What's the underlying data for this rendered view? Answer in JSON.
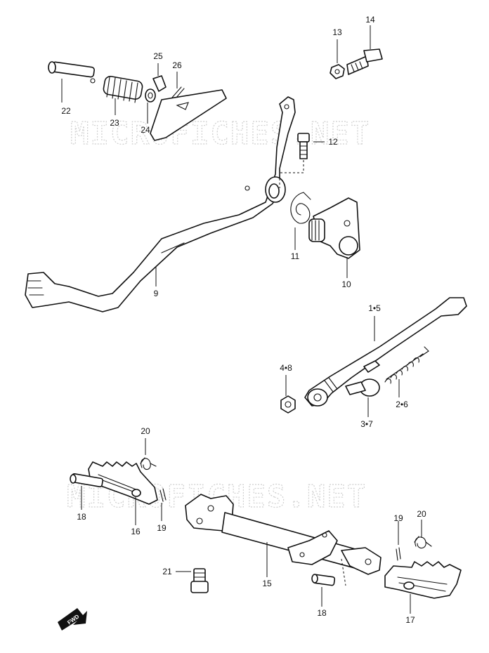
{
  "watermark": {
    "text": "MICROFICHES.NET"
  },
  "callouts": {
    "c1_5": "1•5",
    "c2_6": "2•6",
    "c3_7": "3•7",
    "c4_8": "4•8",
    "c9": "9",
    "c10": "10",
    "c11": "11",
    "c12": "12",
    "c13": "13",
    "c14": "14",
    "c15": "15",
    "c16": "16",
    "c17": "17",
    "c18a": "18",
    "c18b": "18",
    "c19a": "19",
    "c19b": "19",
    "c20a": "20",
    "c20b": "20",
    "c21": "21",
    "c22": "22",
    "c23": "23",
    "c24": "24",
    "c25": "25",
    "c26": "26"
  },
  "fwd_badge": {
    "text": "FWD"
  }
}
